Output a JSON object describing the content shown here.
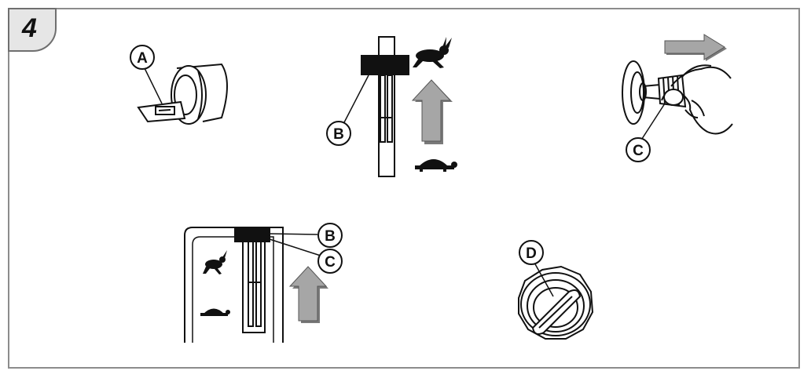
{
  "step_number": "4",
  "callouts": {
    "a": "A",
    "b1": "B",
    "c1": "C",
    "b2": "B",
    "c2": "C",
    "d": "D"
  },
  "colors": {
    "line": "#111111",
    "arrow_gray": "#a6a6a6",
    "arrow_shadow": "#7a7a7a",
    "badge_fill": "#e6e6e6",
    "frame": "#8c8c8c"
  },
  "icons": [
    "rabbit-icon",
    "turtle-icon",
    "right-arrow-icon",
    "up-arrow-icon",
    "hand-icon",
    "dial-icon",
    "key-icon"
  ]
}
